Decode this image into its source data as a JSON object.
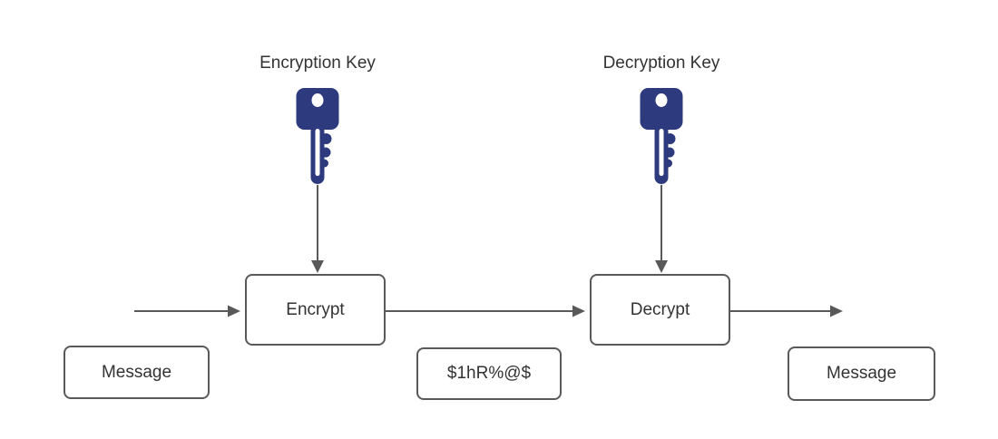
{
  "diagram": {
    "key_labels": {
      "encryption": "Encryption Key",
      "decryption": "Decryption Key"
    },
    "nodes": {
      "message_in": "Message",
      "encrypt": "Encrypt",
      "ciphertext": "$1hR%@$",
      "decrypt": "Decrypt",
      "message_out": "Message"
    },
    "icons": {
      "encryption_key": "key-icon",
      "decryption_key": "key-icon"
    },
    "colors": {
      "key": "#2d3a7d",
      "line": "#595959",
      "border": "#595959",
      "text": "#333333",
      "background": "#ffffff"
    }
  }
}
